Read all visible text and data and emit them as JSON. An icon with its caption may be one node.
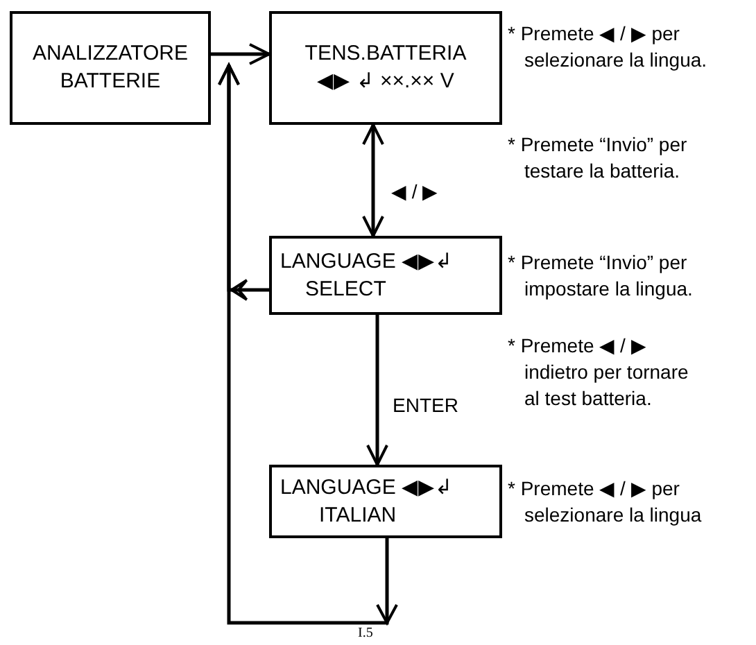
{
  "diagram": {
    "nodes": [
      {
        "text": [
          "ANALIZZATORE BATTERIE"
        ]
      },
      {
        "text": [
          "TENS.BATTERIA",
          "◀▶ ↲ ××.×× V"
        ],
        "beside": [
          "* Premete ◀ / ▶ per selezionare la lingua.",
          "* Premete “Invio” per testare la batteria."
        ]
      },
      {
        "text": [
          "LANGUAGE ◀▶↲",
          "SELECT"
        ],
        "beside": [
          "* Premete “Invio” per impostare la lingua.",
          "* Premete ◀ / ▶ indietro per tornare al test batteria."
        ]
      },
      {
        "text": [
          "LANGUAGE ◀▶↲",
          "ITALIAN"
        ],
        "beside": [
          "* Premete ◀ / ▶ per selezionare la lingua"
        ]
      }
    ],
    "edges": [
      {
        "from": 0,
        "to": 1,
        "arrow": "to"
      },
      {
        "from": 1,
        "to": 2,
        "arrow": "both",
        "label": "◀ / ▶"
      },
      {
        "from": 2,
        "to": 3,
        "arrow": "to",
        "label": "ENTER"
      },
      {
        "from": 3,
        "to": 1,
        "arrow": "to"
      },
      {
        "from": 2,
        "to": 1,
        "arrow": "to"
      }
    ],
    "labels": [
      "I.5"
    ]
  }
}
